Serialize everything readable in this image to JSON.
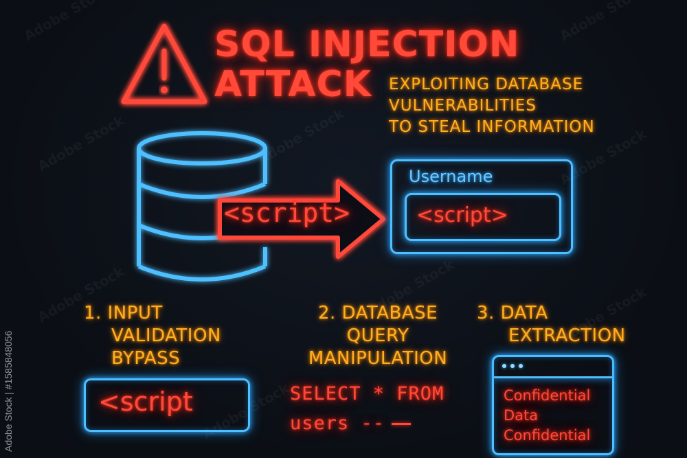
{
  "header": {
    "title_line1": "SQL INJECTION",
    "title_line2": "ATTACK",
    "subtitle_lines": [
      "EXPLOITING DATABASE",
      "VULNERABILITIES",
      "TO STEAL INFORMATION"
    ]
  },
  "diagram": {
    "arrow_label": "<script>",
    "login_form": {
      "label": "Username",
      "input_value": "<script>"
    }
  },
  "steps": [
    {
      "title_lines": [
        "1. INPUT",
        "VALIDATION",
        "BYPASS"
      ],
      "box_text": "<script"
    },
    {
      "title_lines": [
        "2. DATABASE",
        "QUERY",
        "MANIPULATION"
      ],
      "code_lines": [
        "SELECT * FROM",
        "users --"
      ]
    },
    {
      "title_lines": [
        "3. DATA",
        "EXTRACTION"
      ],
      "window_lines": [
        "Confidential",
        "Data",
        "Confidential"
      ]
    }
  ],
  "watermark": {
    "side_text": "Adobe Stock | #1585848056",
    "repeat_text": "Adobe Stock"
  },
  "colors": {
    "red": "#ff4a3a",
    "orange": "#ffb020",
    "blue": "#4fc0ff",
    "background": "#0b0f15"
  },
  "icons": [
    "warning-triangle-icon",
    "database-icon",
    "arrow-right-icon",
    "browser-window-icon"
  ]
}
